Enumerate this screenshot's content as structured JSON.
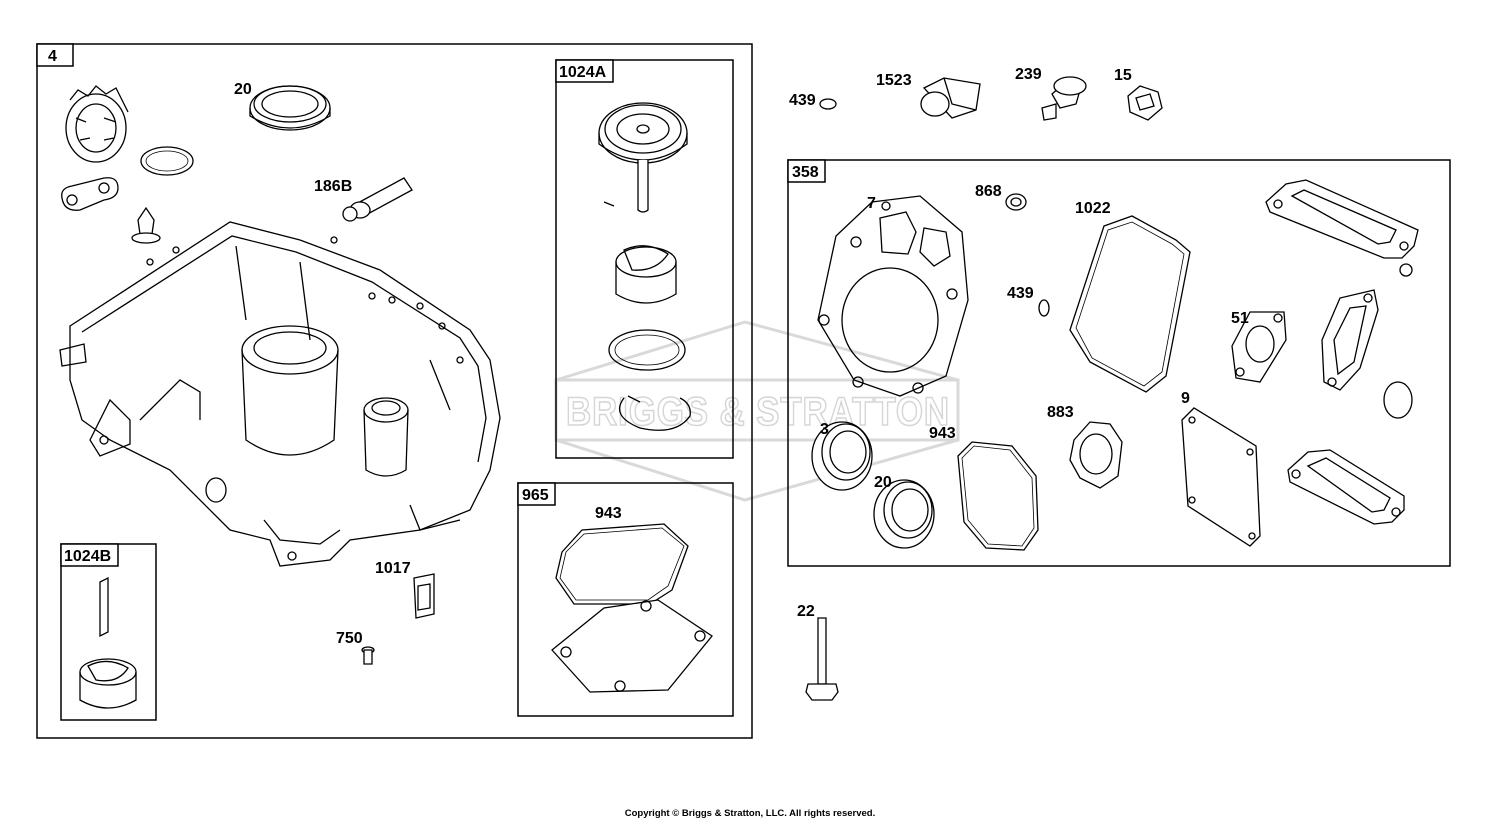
{
  "boxes": {
    "main": "4",
    "oil_pump_gear": "1024A",
    "oil_pump": "1024B",
    "gasket_set_a": "965",
    "gasket_set_b": "358"
  },
  "labels": {
    "seal_20_top": "20",
    "dipstick_tube": "186B",
    "sensor_1017": "1017",
    "bolt_750": "750",
    "gasket_943_965": "943",
    "oring_439_top": "439",
    "plug_1523": "1523",
    "switch_239": "239",
    "nut_15": "15",
    "head_gasket_7": "7",
    "seal_868": "868",
    "gasket_1022": "1022",
    "oring_439_358": "439",
    "gasket_51": "51",
    "seal_3": "3",
    "seal_20_358": "20",
    "gasket_943_358": "943",
    "gasket_883": "883",
    "gasket_9": "9",
    "bolt_22": "22"
  },
  "watermark": "BRIGGS & STRATTON",
  "footer": {
    "copyright": "Copyright © Briggs & Stratton, LLC. All rights reserved."
  }
}
